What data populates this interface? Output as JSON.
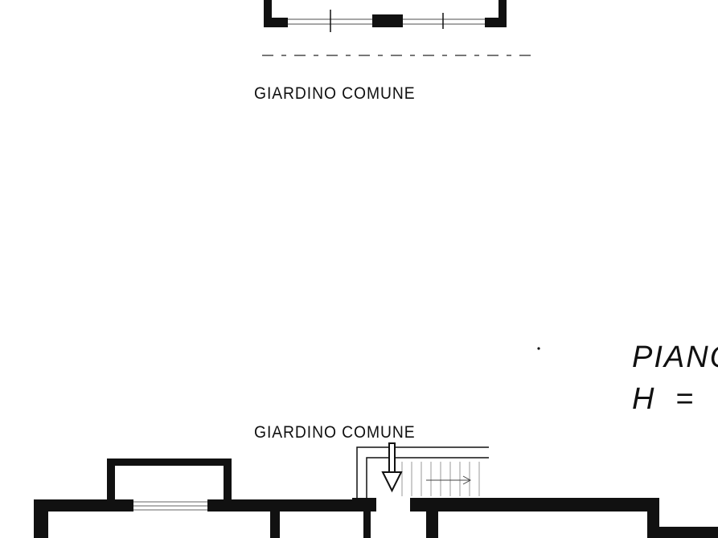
{
  "labels": {
    "garden_top": "GIARDINO COMUNE",
    "garden_bottom": "GIARDINO COMUNE",
    "floor_title": "PIANO",
    "floor_height": "H = "
  },
  "colors": {
    "wall": "#111111",
    "background": "#ffffff",
    "hatch": "#888888"
  },
  "icons": {
    "entrance": "down-arrow-icon"
  }
}
